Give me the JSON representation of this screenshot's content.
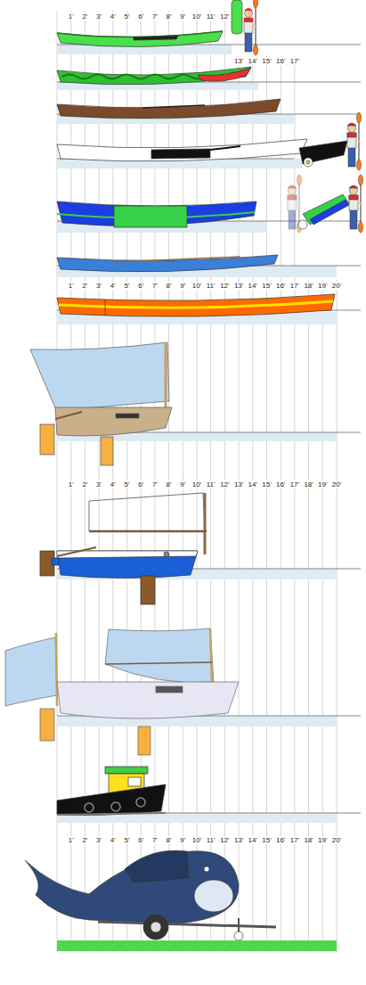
{
  "diagram": {
    "labels": [
      "1'",
      "2'",
      "3'",
      "4'",
      "5'",
      "6'",
      "7'",
      "8'",
      "9'",
      "10'",
      "11'",
      "12'",
      "13'",
      "14'",
      "15'",
      "16'",
      "17'",
      "1'",
      "2'",
      "3'",
      "4'",
      "5'",
      "6'",
      "7'",
      "8'",
      "9'",
      "10'",
      "11'",
      "12'",
      "13'",
      "14'",
      "15'",
      "16'",
      "17'",
      "18'",
      "19'",
      "20'",
      "1'",
      "2'",
      "3'",
      "4'",
      "5'",
      "6'",
      "7'",
      "8'",
      "9'",
      "10'",
      "11'",
      "12'",
      "13'",
      "14'",
      "15'",
      "16'",
      "17'",
      "18'",
      "19'",
      "20'",
      "1'",
      "2'",
      "3'",
      "4'",
      "5'",
      "6'",
      "7'",
      "8'",
      "9'",
      "10'",
      "11'",
      "12'",
      "13'",
      "14'",
      "15'",
      "16'",
      "17'",
      "18'",
      "19'",
      "20'"
    ]
  }
}
